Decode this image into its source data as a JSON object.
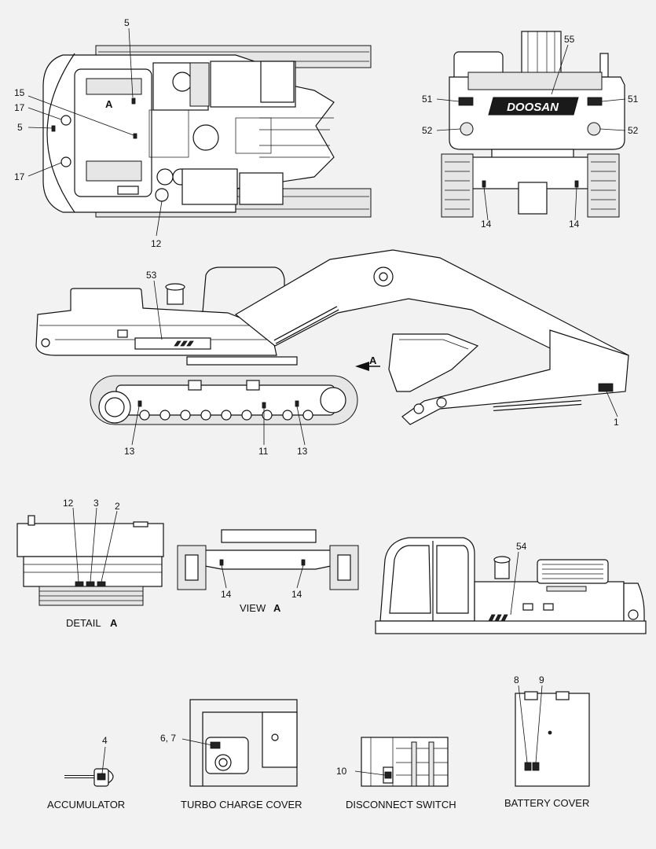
{
  "callouts": {
    "c1": "1",
    "c2": "2",
    "c3": "3",
    "c4": "4",
    "c5a": "5",
    "c5b": "5",
    "c67": "6, 7",
    "c8": "8",
    "c9": "9",
    "c10": "10",
    "c11": "11",
    "c12a": "12",
    "c12b": "12",
    "c13a": "13",
    "c13b": "13",
    "c14a": "14",
    "c14b": "14",
    "c14c": "14",
    "c14d": "14",
    "c15": "15",
    "c17a": "17",
    "c17b": "17",
    "c51a": "51",
    "c51b": "51",
    "c52a": "52",
    "c52b": "52",
    "c53": "53",
    "c54": "54",
    "c55": "55"
  },
  "markers": {
    "top_view_a": "A",
    "side_arrow_a": "A"
  },
  "brand_plate": "DOOSAN",
  "captions": {
    "detail_a_text": "DETAIL",
    "detail_a_letter": "A",
    "view_a_text": "VIEW",
    "view_a_letter": "A",
    "accumulator": "ACCUMULATOR",
    "turbo_charge_cover": "TURBO CHARGE COVER",
    "disconnect_switch": "DISCONNECT SWITCH",
    "battery_cover": "BATTERY COVER"
  },
  "colors": {
    "background": "#f2f2f2",
    "line": "#111111",
    "decal_fill": "#222222"
  }
}
